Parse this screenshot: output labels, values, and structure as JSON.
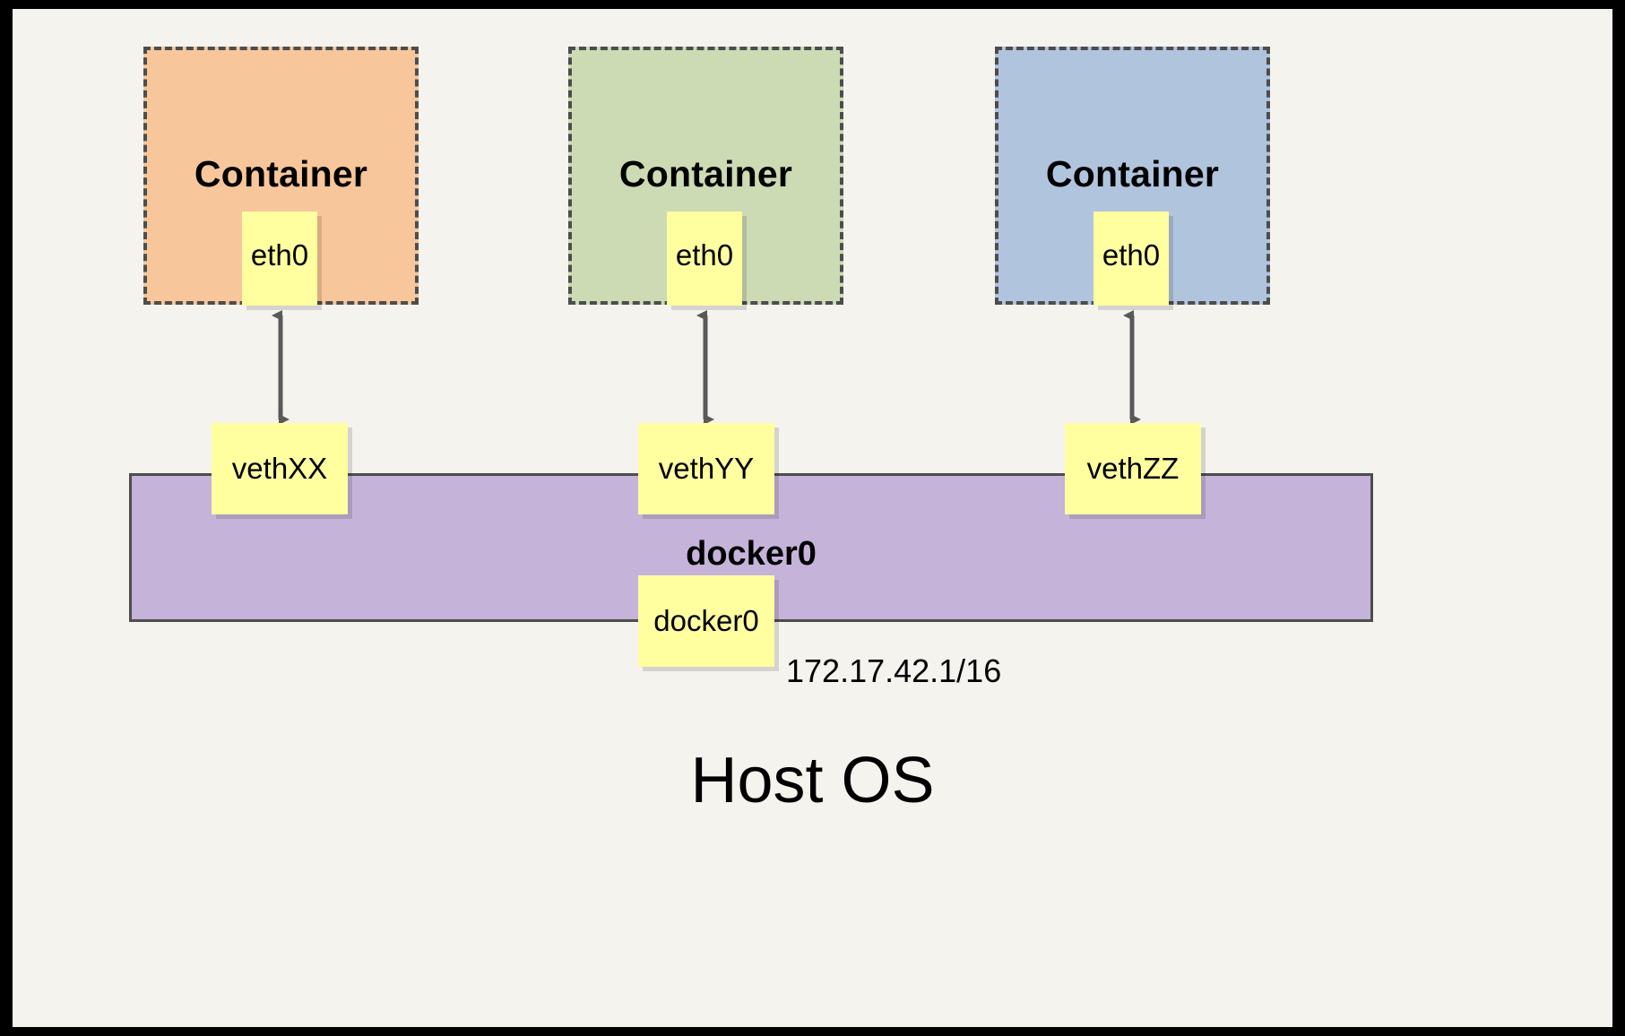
{
  "diagram": {
    "title_text": "Host OS",
    "bridge": {
      "label": "docker0",
      "top_note": "docker0",
      "bottom_note": "docker0",
      "ip_label": "172.17.42.1/16",
      "fill_color": "#c5b3da",
      "border_color": "#4d4d4d"
    },
    "background_color": "#f4f3ee",
    "frame_color": "#000000",
    "note_color": "#ffffa0",
    "arrow_color": "#595959",
    "containers": [
      {
        "label": "Container",
        "interface_label": "eth0",
        "fill_color": "#f7c69a",
        "border_color": "#4d4d4d",
        "veth_label": "vethXX"
      },
      {
        "label": "Container",
        "interface_label": "eth0",
        "fill_color": "#ccdbb4",
        "border_color": "#4d4d4d",
        "veth_label": "vethYY"
      },
      {
        "label": "Container",
        "interface_label": "eth0",
        "fill_color": "#b0c4de",
        "border_color": "#4d4d4d",
        "veth_label": "vethZZ"
      }
    ]
  }
}
